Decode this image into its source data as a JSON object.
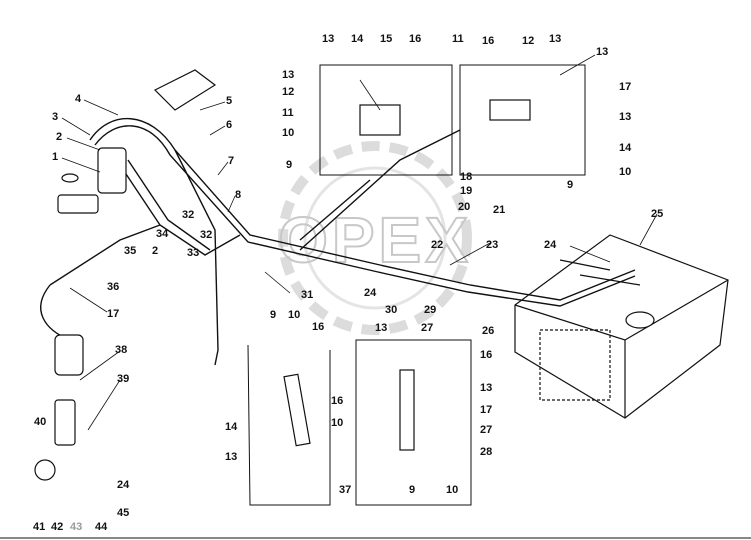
{
  "watermark": "OPEX",
  "callouts": [
    {
      "text": "1"
    },
    {
      "text": "2"
    },
    {
      "text": "3"
    },
    {
      "text": "4"
    },
    {
      "text": "5"
    },
    {
      "text": "6"
    },
    {
      "text": "7"
    },
    {
      "text": "8"
    },
    {
      "text": "13"
    },
    {
      "text": "14"
    },
    {
      "text": "15"
    },
    {
      "text": "16"
    },
    {
      "text": "13"
    },
    {
      "text": "12"
    },
    {
      "text": "11"
    },
    {
      "text": "10"
    },
    {
      "text": "9"
    },
    {
      "text": "18"
    },
    {
      "text": "19"
    },
    {
      "text": "20"
    },
    {
      "text": "11"
    },
    {
      "text": "16"
    },
    {
      "text": "12"
    },
    {
      "text": "13"
    },
    {
      "text": "13"
    },
    {
      "text": "17"
    },
    {
      "text": "13"
    },
    {
      "text": "14"
    },
    {
      "text": "10"
    },
    {
      "text": "9"
    },
    {
      "text": "21"
    },
    {
      "text": "25"
    },
    {
      "text": "24"
    },
    {
      "text": "23"
    },
    {
      "text": "22"
    },
    {
      "text": "32"
    },
    {
      "text": "32"
    },
    {
      "text": "34"
    },
    {
      "text": "35"
    },
    {
      "text": "2"
    },
    {
      "text": "33"
    },
    {
      "text": "31"
    },
    {
      "text": "24"
    },
    {
      "text": "30"
    },
    {
      "text": "29"
    },
    {
      "text": "27"
    },
    {
      "text": "26"
    },
    {
      "text": "36"
    },
    {
      "text": "17"
    },
    {
      "text": "38"
    },
    {
      "text": "39"
    },
    {
      "text": "40"
    },
    {
      "text": "24"
    },
    {
      "text": "45"
    },
    {
      "text": "41"
    },
    {
      "text": "42"
    },
    {
      "text": "43"
    },
    {
      "text": "44"
    },
    {
      "text": "9"
    },
    {
      "text": "10"
    },
    {
      "text": "16"
    },
    {
      "text": "16"
    },
    {
      "text": "14"
    },
    {
      "text": "10"
    },
    {
      "text": "13"
    },
    {
      "text": "37"
    },
    {
      "text": "13"
    },
    {
      "text": "16"
    },
    {
      "text": "13"
    },
    {
      "text": "17"
    },
    {
      "text": "27"
    },
    {
      "text": "28"
    },
    {
      "text": "9"
    },
    {
      "text": "10"
    }
  ]
}
